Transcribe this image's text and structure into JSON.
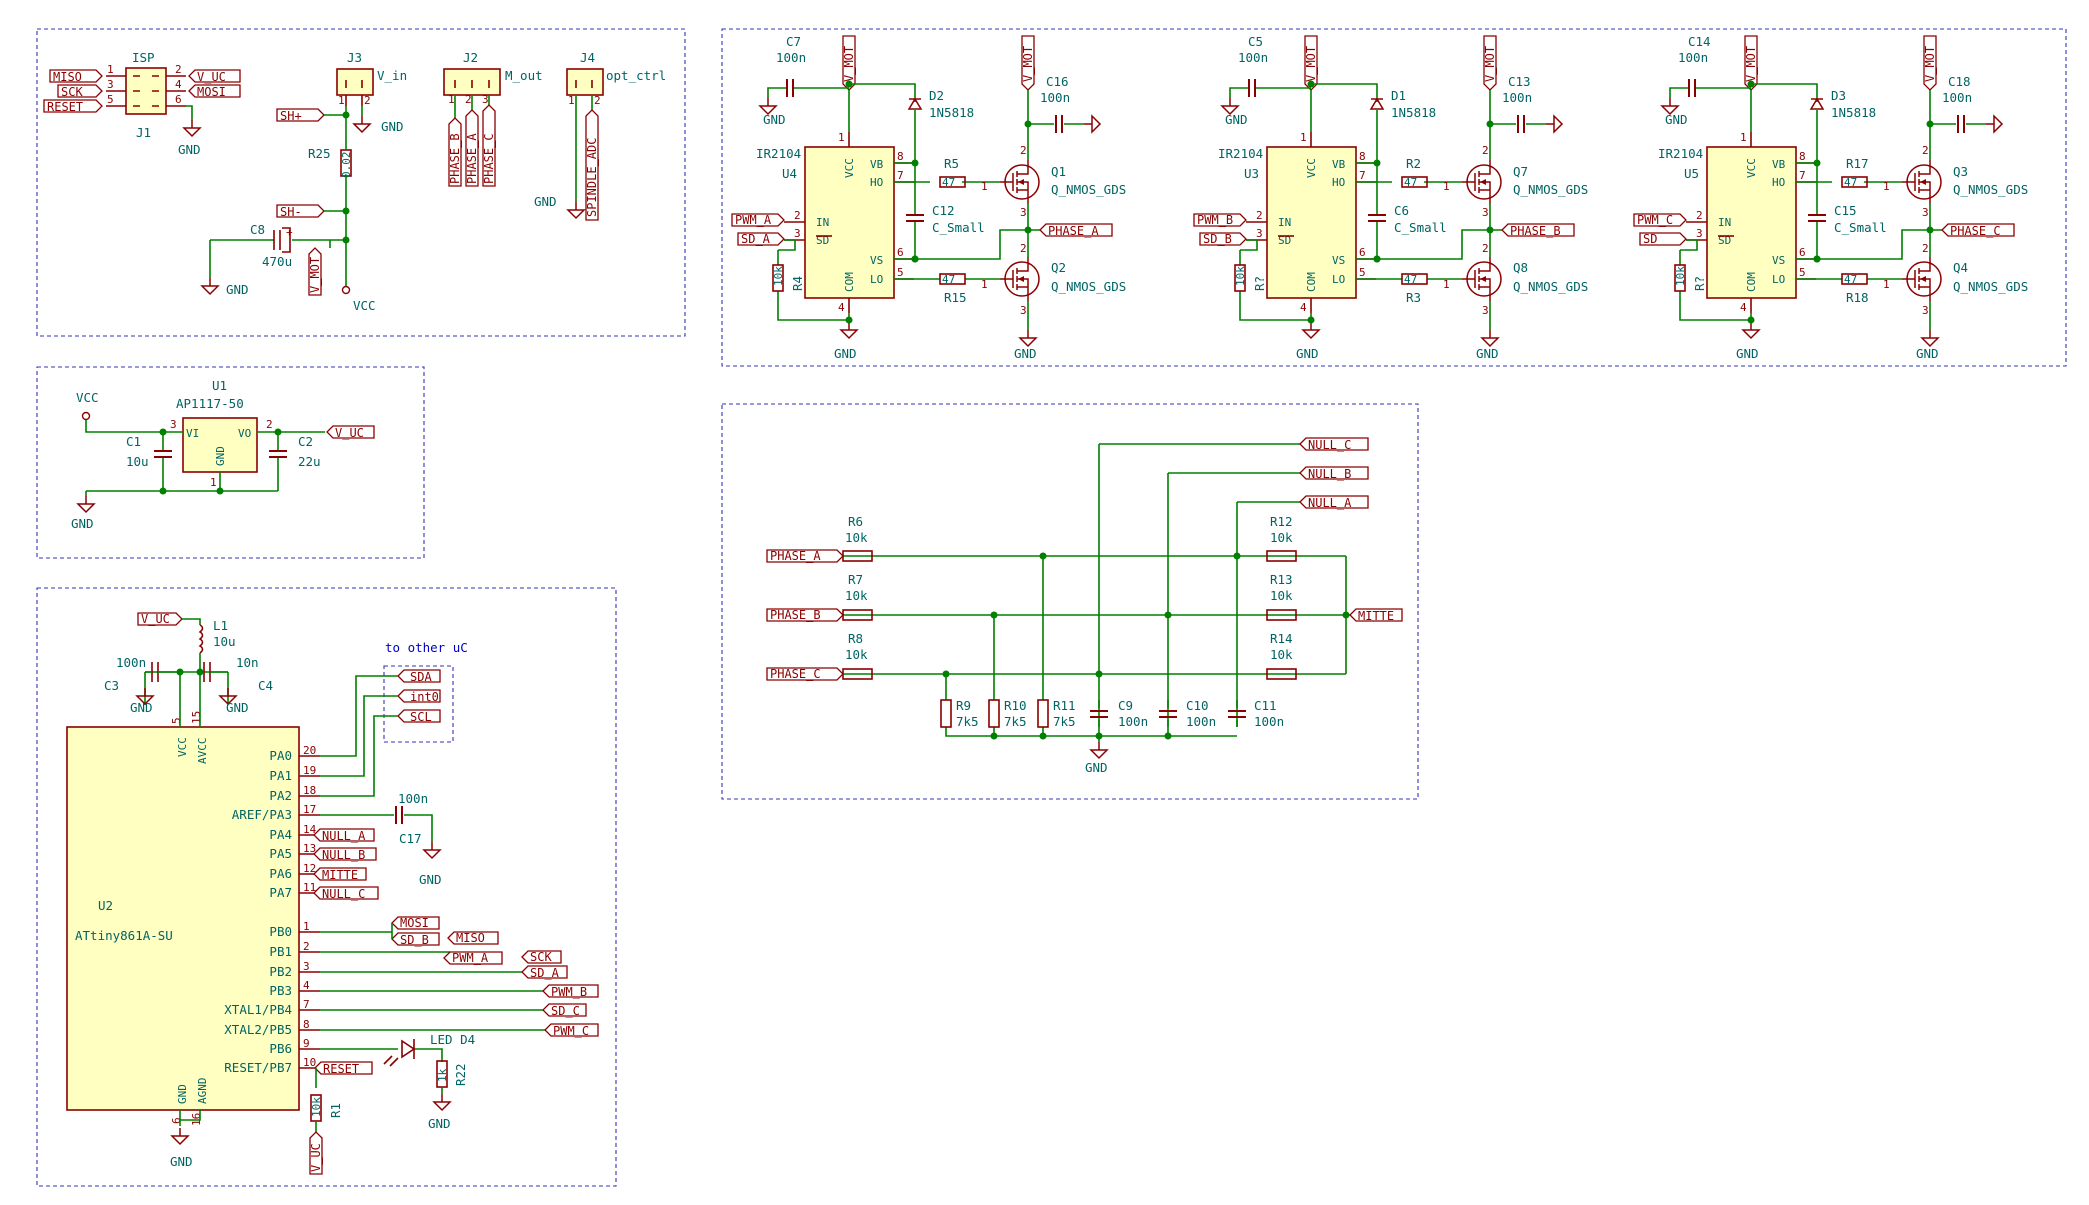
{
  "isp": {
    "ref": "J1",
    "val": "ISP",
    "pins": [
      "1",
      "2",
      "3",
      "4",
      "5",
      "6"
    ],
    "labels": [
      "MISO",
      "V_UC",
      "SCK",
      "MOSI",
      "RESET"
    ],
    "gnd": "GND"
  },
  "j3": {
    "ref": "J3",
    "val": "V_in",
    "pins": [
      "1",
      "2"
    ],
    "labels": [
      "SH+",
      "SH-"
    ],
    "gnd": "GND"
  },
  "r25": {
    "ref": "R25",
    "val": "0.02"
  },
  "c8": {
    "ref": "C8",
    "val": "470u"
  },
  "vmot_label": "V_MOT",
  "vcc": "VCC",
  "gnd": "GND",
  "j2": {
    "ref": "J2",
    "val": "M_out",
    "pins": [
      "1",
      "2",
      "3"
    ],
    "labels": [
      "PHASE_B",
      "PHASE_A",
      "PHASE_C"
    ]
  },
  "j4": {
    "ref": "J4",
    "val": "opt_ctrl",
    "pins": [
      "1",
      "2"
    ],
    "labels": [
      "SPINDLE_ADC"
    ],
    "gnd": "GND"
  },
  "reg": {
    "ref": "U1",
    "val": "AP1117-50",
    "vi": "VI",
    "vo": "VO",
    "gndpin": "GND",
    "p1": "1",
    "p2": "2",
    "p3": "3",
    "c1": "C1",
    "c1v": "10u",
    "c2": "C2",
    "c2v": "22u",
    "vcc": "VCC",
    "vuc": "V_UC",
    "gnd": "GND"
  },
  "mcu": {
    "ref": "U2",
    "val": "ATtiny861A-SU",
    "vcc": "VCC",
    "avcc": "AVCC",
    "gnd": "GND",
    "agnd": "AGND",
    "p5": "5",
    "p15": "15",
    "p6": "6",
    "p16": "16",
    "pins": [
      {
        "n": "20",
        "name": "PA0"
      },
      {
        "n": "19",
        "name": "PA1"
      },
      {
        "n": "18",
        "name": "PA2"
      },
      {
        "n": "17",
        "name": "AREF/PA3"
      },
      {
        "n": "14",
        "name": "PA4"
      },
      {
        "n": "13",
        "name": "PA5"
      },
      {
        "n": "12",
        "name": "PA6"
      },
      {
        "n": "11",
        "name": "PA7"
      },
      {
        "n": "1",
        "name": "PB0"
      },
      {
        "n": "2",
        "name": "PB1"
      },
      {
        "n": "3",
        "name": "PB2"
      },
      {
        "n": "4",
        "name": "PB3"
      },
      {
        "n": "7",
        "name": "XTAL1/PB4"
      },
      {
        "n": "8",
        "name": "XTAL2/PB5"
      },
      {
        "n": "9",
        "name": "PB6"
      },
      {
        "n": "10",
        "name": "RESET/PB7"
      }
    ],
    "labels": [
      "SDA",
      "int0",
      "SCL",
      "NULL_A",
      "NULL_B",
      "MITTE",
      "NULL_C",
      "MOSI",
      "SD_B",
      "MISO",
      "PWM_A",
      "SCK",
      "SD_A",
      "PWM_B",
      "SD_C",
      "PWM_C",
      "RESET",
      "V_UC"
    ],
    "note": "to other uC",
    "c3": "C3",
    "c3v": "100n",
    "c4": "C4",
    "c4v": "10n",
    "l1": "L1",
    "l1v": "10u",
    "c17": "C17",
    "c17v": "100n",
    "led": "LED D4",
    "r22": "R22",
    "r1": "R1",
    "r22v": "1k",
    "r1v": "10k"
  },
  "drivers": [
    {
      "chip": "U4",
      "type": "IR2104",
      "cin": "C7",
      "cinv": "100n",
      "d": "D2",
      "dv": "1N5818",
      "cb": "C12",
      "cbv": "C_Small",
      "rh": "R5",
      "rhv": "47",
      "rl": "R15",
      "rlv": "47",
      "qh": "Q1",
      "ql": "Q2",
      "qv": "Q_NMOS_GDS",
      "cm": "C16",
      "cmv": "100n",
      "pwm": "PWM_A",
      "sd": "SD_A",
      "phase": "PHASE_A",
      "rsd": "R4",
      "rsdv": "10k"
    },
    {
      "chip": "U3",
      "type": "IR2104",
      "cin": "C5",
      "cinv": "100n",
      "d": "D1",
      "dv": "1N5818",
      "cb": "C6",
      "cbv": "C_Small",
      "rh": "R2",
      "rhv": "47",
      "rl": "R3",
      "rlv": "47",
      "qh": "Q7",
      "ql": "Q8",
      "qv": "Q_NMOS_GDS",
      "cm": "C13",
      "cmv": "100n",
      "pwm": "PWM_B",
      "sd": "SD_B",
      "phase": "PHASE_B",
      "rsd": "R?",
      "rsdv": "10k"
    },
    {
      "chip": "U5",
      "type": "IR2104",
      "cin": "C14",
      "cinv": "100n",
      "d": "D3",
      "dv": "1N5818",
      "cb": "C15",
      "cbv": "C_Small",
      "rh": "R17",
      "rhv": "47",
      "rl": "R18",
      "rlv": "47",
      "qh": "Q3",
      "ql": "Q4",
      "qv": "Q_NMOS_GDS",
      "cm": "C18",
      "cmv": "100n",
      "pwm": "PWM_C",
      "sd": "SD",
      "phase": "PHASE_C",
      "rsd": "R?",
      "rsdv": "10k"
    }
  ],
  "driver_pins": {
    "vcc": "VCC",
    "in": "IN",
    "sd": "SD",
    "com": "COM",
    "vb": "VB",
    "ho": "HO",
    "vs": "VS",
    "lo": "LO",
    "n1": "1",
    "n2": "2",
    "n3": "3",
    "n4": "4",
    "n5": "5",
    "n6": "6",
    "n7": "7",
    "n8": "8"
  },
  "sense": {
    "labels": [
      "NULL_C",
      "NULL_B",
      "NULL_A",
      "PHASE_A",
      "PHASE_B",
      "PHASE_C",
      "MITTE"
    ],
    "r": [
      {
        "ref": "R6",
        "v": "10k"
      },
      {
        "ref": "R7",
        "v": "10k"
      },
      {
        "ref": "R8",
        "v": "10k"
      },
      {
        "ref": "R12",
        "v": "10k"
      },
      {
        "ref": "R13",
        "v": "10k"
      },
      {
        "ref": "R14",
        "v": "10k"
      }
    ],
    "rb": [
      {
        "ref": "R9",
        "v": "7k5"
      },
      {
        "ref": "R10",
        "v": "7k5"
      },
      {
        "ref": "R11",
        "v": "7k5"
      }
    ],
    "cb": [
      {
        "ref": "C9",
        "v": "100n"
      },
      {
        "ref": "C10",
        "v": "100n"
      },
      {
        "ref": "C11",
        "v": "100n"
      }
    ],
    "gnd": "GND"
  }
}
